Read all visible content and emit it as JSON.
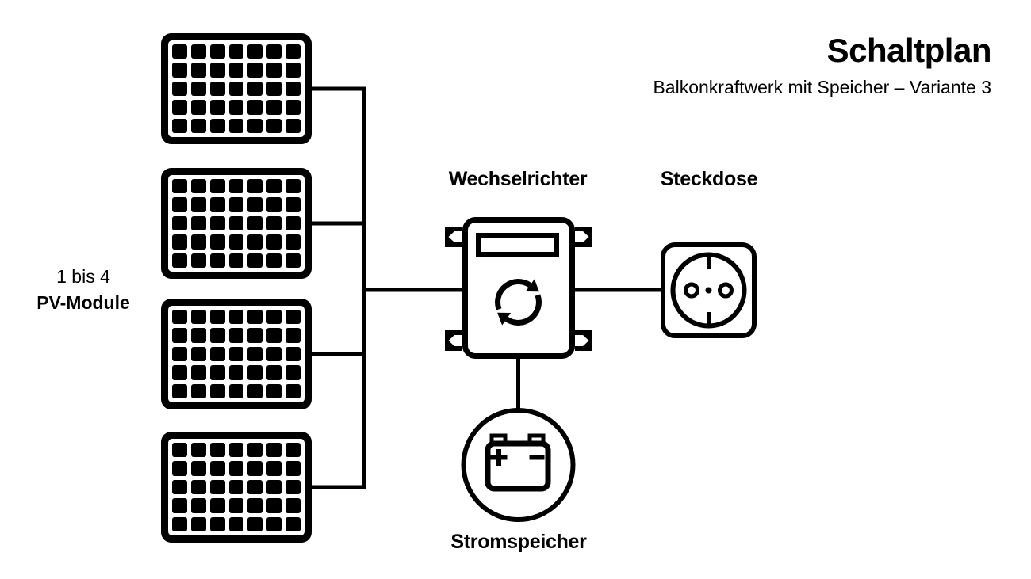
{
  "header": {
    "title": "Schaltplan",
    "subtitle": "Balkonkraftwerk mit Speicher – Variante 3"
  },
  "colors": {
    "ink": "#000000",
    "background": "#ffffff"
  },
  "pv": {
    "count_label": "1 bis 4",
    "name_label": "PV-Module",
    "panel_count": 4,
    "grid": {
      "columns": 7,
      "rows": 5
    }
  },
  "components": {
    "inverter": {
      "label": "Wechselrichter",
      "icon": "inverter-sync-icon"
    },
    "socket": {
      "label": "Steckdose",
      "icon": "schuko-socket-icon"
    },
    "battery": {
      "label": "Stromspeicher",
      "icon": "battery-icon"
    }
  },
  "connections": [
    {
      "from": "pv-module-1",
      "to": "dc-bus"
    },
    {
      "from": "pv-module-2",
      "to": "dc-bus"
    },
    {
      "from": "pv-module-3",
      "to": "dc-bus"
    },
    {
      "from": "pv-module-4",
      "to": "dc-bus"
    },
    {
      "from": "dc-bus",
      "to": "inverter"
    },
    {
      "from": "inverter",
      "to": "socket"
    },
    {
      "from": "inverter",
      "to": "battery"
    }
  ]
}
